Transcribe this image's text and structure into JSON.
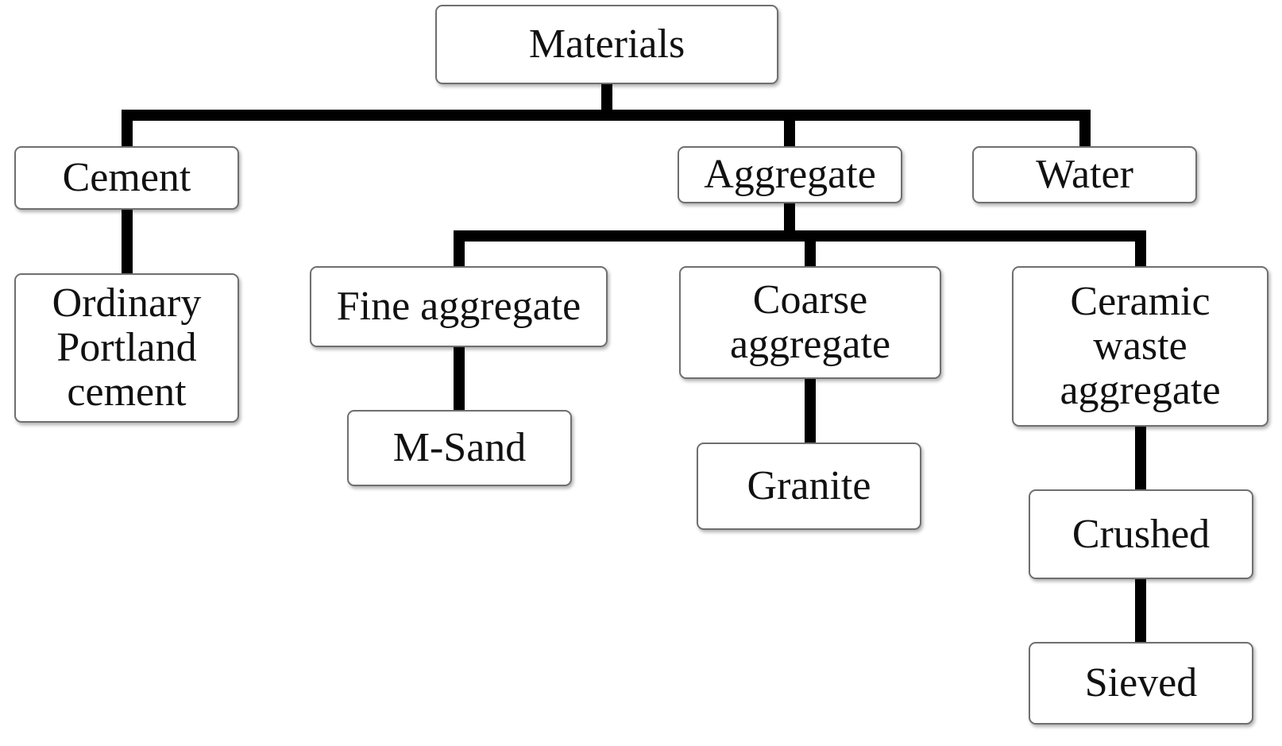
{
  "diagram": {
    "root": {
      "label": "Materials"
    },
    "level1": {
      "cement": {
        "label": "Cement"
      },
      "aggregate": {
        "label": "Aggregate"
      },
      "water": {
        "label": "Water"
      }
    },
    "cement_children": {
      "opc": {
        "lines": [
          "Ordinary",
          "Portland",
          "cement"
        ]
      }
    },
    "aggregate_children": {
      "fine": {
        "label": "Fine aggregate"
      },
      "coarse": {
        "lines": [
          "Coarse",
          "aggregate"
        ]
      },
      "ceramic": {
        "lines": [
          "Ceramic",
          "waste",
          "aggregate"
        ]
      }
    },
    "leaves": {
      "msand": {
        "label": "M-Sand"
      },
      "granite": {
        "label": "Granite"
      },
      "crushed": {
        "label": "Crushed"
      },
      "sieved": {
        "label": "Sieved"
      }
    },
    "line_color": "#000000",
    "box_border_color": "#6f6f6f"
  }
}
